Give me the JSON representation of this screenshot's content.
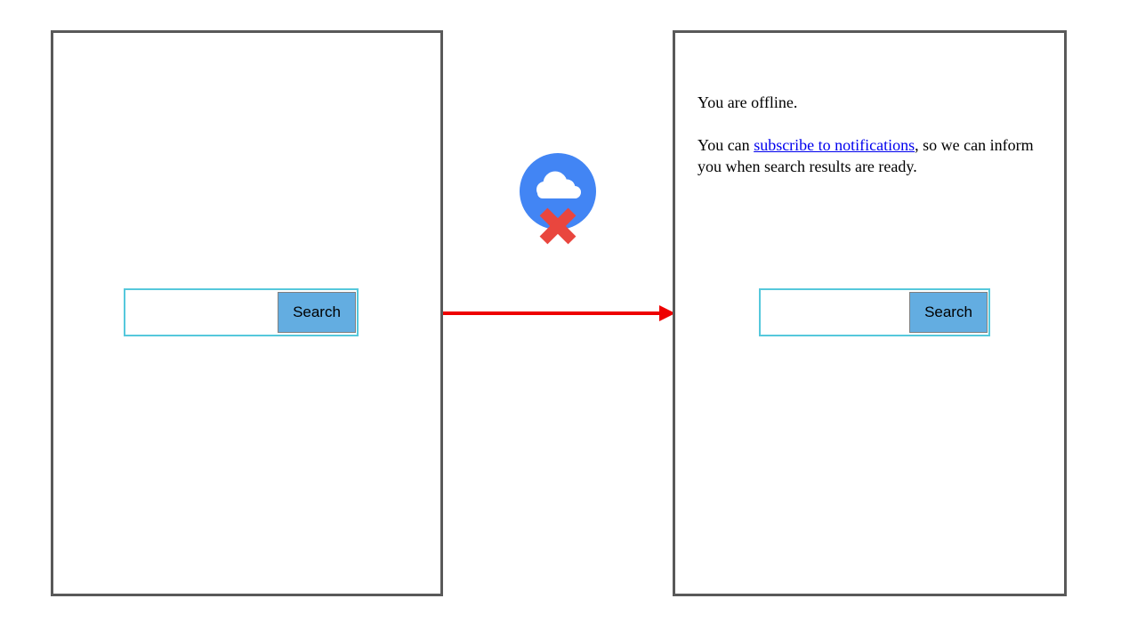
{
  "colors": {
    "background": "#FFFFFF",
    "panel_border": "#595959",
    "input_border": "#55C8DC",
    "button_fill": "#63ADE1",
    "button_border": "#808080",
    "button_text": "#000000",
    "arrow": "#EE0000",
    "icon_circle": "#4285F4",
    "icon_cloud": "#FFFFFF",
    "icon_x": "#E9463E",
    "link": "#0000EE",
    "text": "#000000"
  },
  "icons": {
    "offline": "cloud-with-x-icon",
    "flow": "right-arrow-icon"
  },
  "left_panel": {
    "search": {
      "input_value": "",
      "input_placeholder": "",
      "button_label": "Search"
    }
  },
  "right_panel": {
    "message": {
      "paragraph1": "You are offline.",
      "paragraph2_prefix": "You can ",
      "paragraph2_link": "subscribe to notifications",
      "paragraph2_suffix": ", so we can inform you when search results are ready."
    },
    "search": {
      "input_value": "",
      "input_placeholder": "",
      "button_label": "Search"
    }
  }
}
